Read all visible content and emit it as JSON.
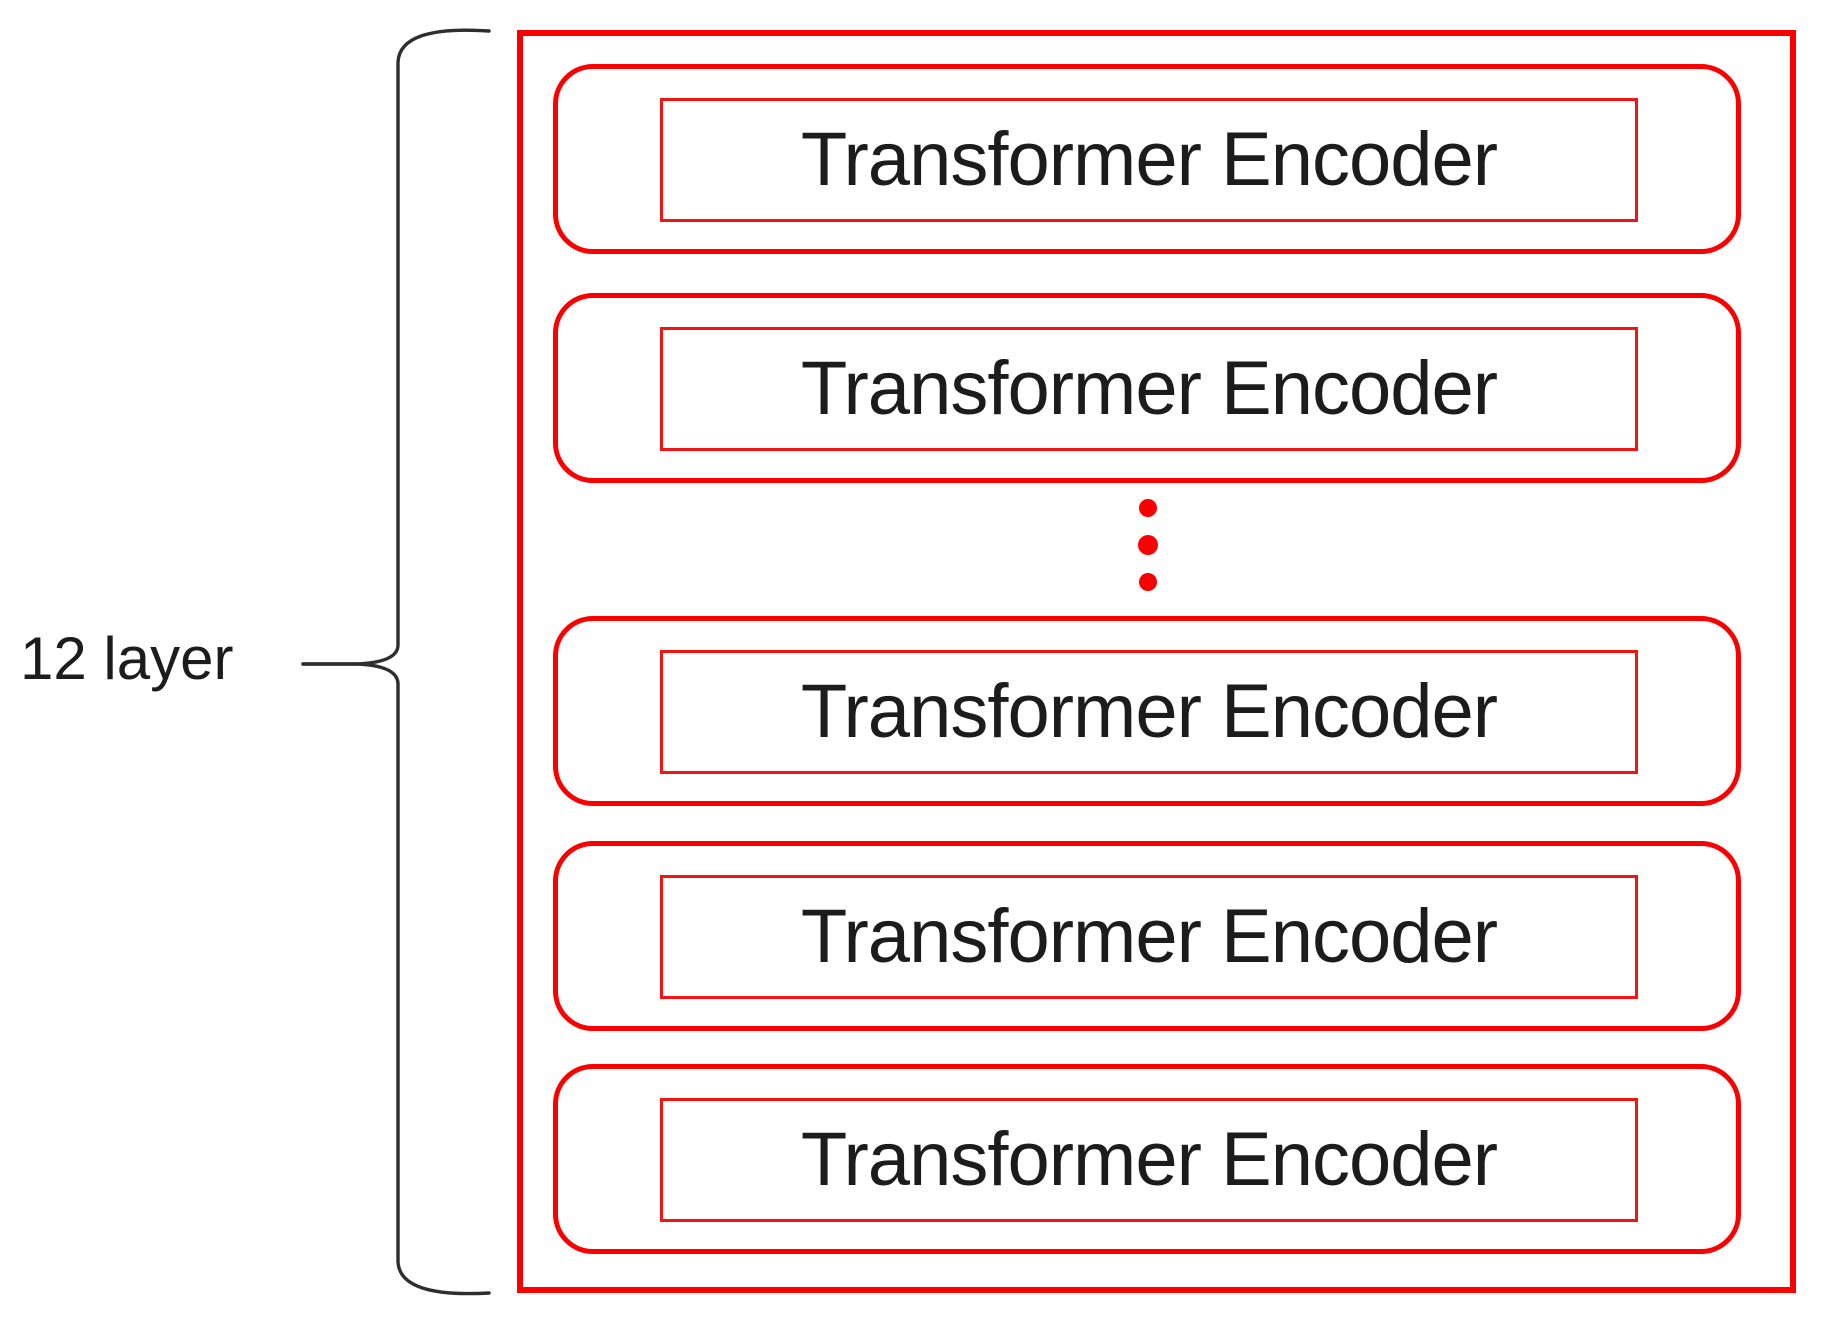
{
  "diagram": {
    "brace_label": "12 layer",
    "encoder_stack": {
      "layers": [
        {
          "label": "Transformer Encoder"
        },
        {
          "label": "Transformer Encoder"
        },
        {
          "label": "Transformer Encoder"
        },
        {
          "label": "Transformer Encoder"
        },
        {
          "label": "Transformer Encoder"
        }
      ],
      "ellipsis_icon": "vertical-ellipsis"
    }
  },
  "colors": {
    "box-red": "#fb0000",
    "inner-red": "#f41414",
    "text-black": "#1c1c1c",
    "brace-gray": "#2e2e2e",
    "background": "#ffffff"
  }
}
